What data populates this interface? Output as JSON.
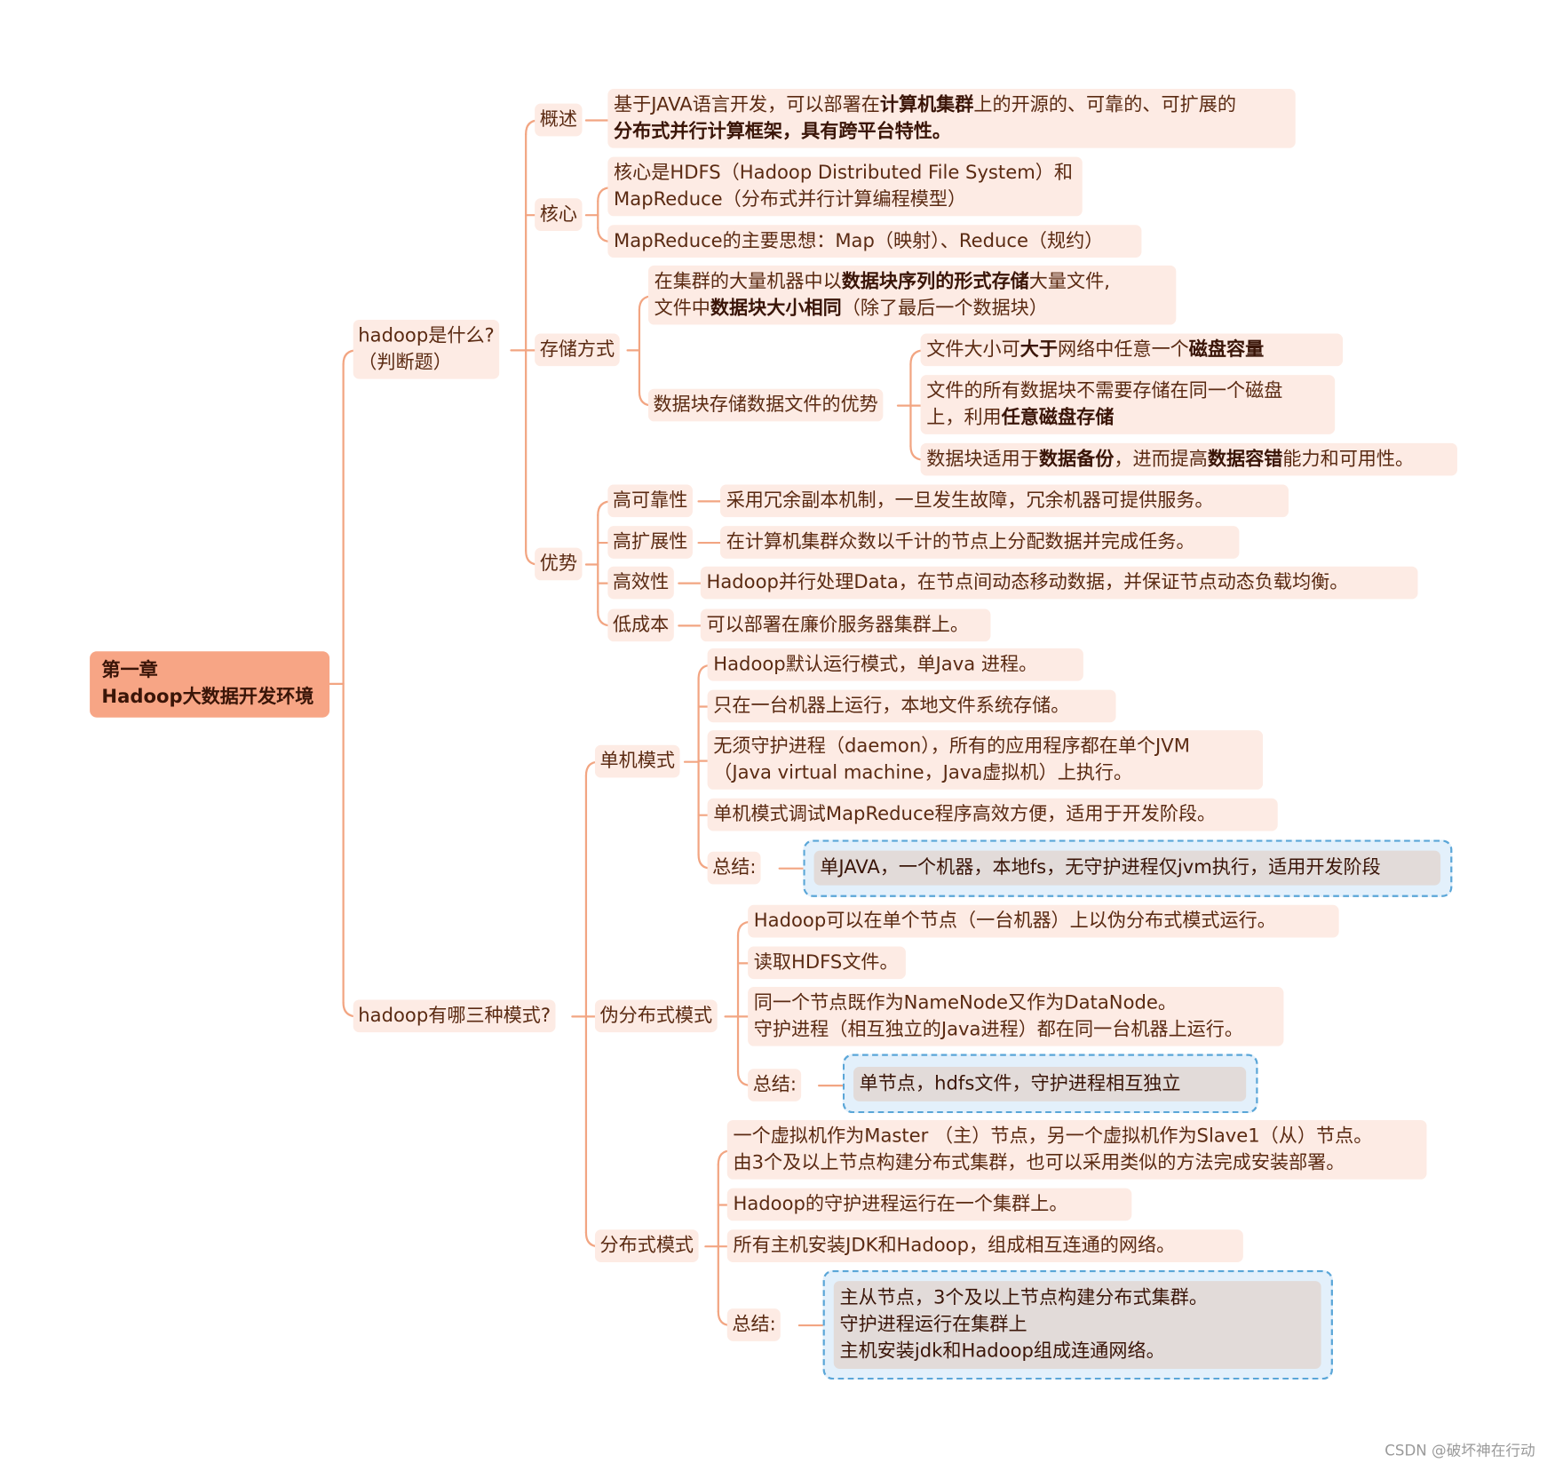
{
  "root": {
    "line1": "第一章",
    "line2": "Hadoop大数据开发环境"
  },
  "what": {
    "label1": "hadoop是什么?",
    "label2": "（判断题）",
    "overview": {
      "label": "概述",
      "text1": "基于JAVA语言开发，可以部署在",
      "text1_bold": "计算机集群",
      "text1b": "上的开源的、可靠的、可扩展的",
      "text2_bold": "分布式并行计算框架，具有跨平台特性。"
    },
    "core": {
      "label": "核心",
      "c1_line1": "核心是HDFS（Hadoop Distributed File System）和",
      "c1_line2": "MapReduce（分布式并行计算编程模型）",
      "c2": "MapReduce的主要思想：Map（映射）、Reduce（规约）"
    },
    "storage": {
      "label": "存储方式",
      "s1_a": "在集群的大量机器中以",
      "s1_bold": "数据块序列的形式存储",
      "s1_b": "大量文件,",
      "s1_c": "文件中",
      "s1_bold2": "数据块大小相同",
      "s1_d": "（除了最后一个数据块）",
      "adv_label": "数据块存储数据文件的优势",
      "a1_a": "文件大小可",
      "a1_bold": "大于",
      "a1_b": "网络中任意一个",
      "a1_bold2": "磁盘容量",
      "a2_line1": "文件的所有数据块不需要存储在同一个磁盘",
      "a2_a": "上，利用",
      "a2_bold": "任意磁盘存储",
      "a3_a": "数据块适用于",
      "a3_bold": "数据备份",
      "a3_b": "，进而提高",
      "a3_bold2": "数据容错",
      "a3_c": "能力和可用性。"
    },
    "advantages": {
      "label": "优势",
      "items": [
        {
          "key": "高可靠性",
          "text": "采用冗余副本机制，一旦发生故障，冗余机器可提供服务。"
        },
        {
          "key": "高扩展性",
          "text": "在计算机集群众数以千计的节点上分配数据并完成任务。"
        },
        {
          "key": "高效性",
          "text": "Hadoop并行处理Data，在节点间动态移动数据，并保证节点动态负载均衡。"
        },
        {
          "key": "低成本",
          "text": "可以部署在廉价服务器集群上。"
        }
      ]
    }
  },
  "modes": {
    "label": "hadoop有哪三种模式?",
    "standalone": {
      "label": "单机模式",
      "i1": "Hadoop默认运行模式，单Java 进程。",
      "i2": "只在一台机器上运行，本地文件系统存储。",
      "i3_line1": "无须守护进程（daemon），所有的应用程序都在单个JVM",
      "i3_line2": "（Java virtual machine，Java虚拟机）上执行。",
      "i4": "单机模式调试MapReduce程序高效方便，适用于开发阶段。",
      "sum_label": "总结:",
      "sum": "单JAVA，一个机器，本地fs，无守护进程仅jvm执行，适用开发阶段"
    },
    "pseudo": {
      "label": "伪分布式模式",
      "i1": "Hadoop可以在单个节点（一台机器）上以伪分布式模式运行。",
      "i2": "读取HDFS文件。",
      "i3_line1": "同一个节点既作为NameNode又作为DataNode。",
      "i3_line2": "守护进程（相互独立的Java进程）都在同一台机器上运行。",
      "sum_label": "总结:",
      "sum": "单节点，hdfs文件，守护进程相互独立"
    },
    "distributed": {
      "label": "分布式模式",
      "i1_line1": "一个虚拟机作为Master （主）节点，另一个虚拟机作为Slave1（从）节点。",
      "i1_line2": "由3个及以上节点构建分布式集群，也可以采用类似的方法完成安装部署。",
      "i2": "Hadoop的守护进程运行在一个集群上。",
      "i3": "所有主机安装JDK和Hadoop，组成相互连通的网络。",
      "sum_label": "总结:",
      "sum_line1": "主从节点，3个及以上节点构建分布式集群。",
      "sum_line2": "守护进程运行在集群上",
      "sum_line3": "主机安装jdk和Hadoop组成连通网络。"
    }
  },
  "watermark": "CSDN @破坏神在行动",
  "colors": {
    "line": "#f2a582",
    "node_bg": "#fdebe4",
    "root_bg": "#f7a585",
    "summary_border": "#5aa6d8",
    "summary_fill": "#e2dbd9"
  }
}
